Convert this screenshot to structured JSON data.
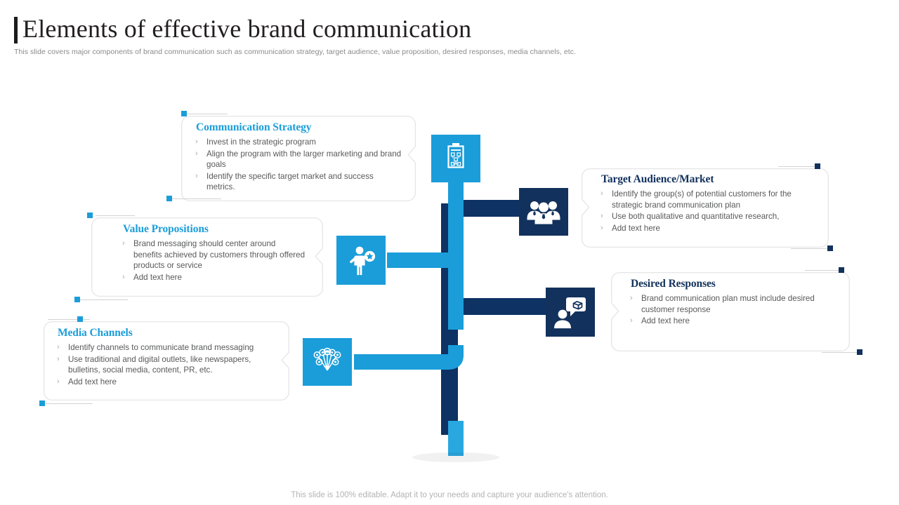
{
  "header": {
    "title": "Elements of effective brand communication",
    "subtitle": "This slide covers major components of brand communication  such as communication strategy, target audience, value proposition, desired responses, media channels, etc."
  },
  "footer": {
    "note": "This slide is 100% editable. Adapt it to your needs and capture your audience's attention."
  },
  "colors": {
    "light_blue": "#1b9dd9",
    "mid_blue": "#1291d3",
    "dark_navy": "#12315c",
    "trunk_navy": "#0d3263",
    "heading_light": "#1b9dd9",
    "heading_dark": "#12315c",
    "body_text": "#58595b",
    "card_border": "#e3e3e3",
    "marker_line": "#d3d3d3",
    "title_text": "#231f20",
    "subtitle_text": "#8a8a8a",
    "footer_text": "#b3b3b3"
  },
  "nodes": [
    {
      "id": "communication-strategy",
      "heading": "Communication Strategy",
      "heading_tone": "light",
      "side": "left",
      "icon": "clipboard-flowchart-icon",
      "icon_tone": "light",
      "bullets": [
        "Invest  in the strategic program",
        "Align the program  with the larger  marketing and brand goals",
        "Identify the specific  target  market and success metrics."
      ]
    },
    {
      "id": "value-propositions",
      "heading": "Value Propositions",
      "heading_tone": "light",
      "side": "left",
      "icon": "person-benefit-icon",
      "icon_tone": "light",
      "bullets": [
        "Brand  messaging should center  around benefits achieved  by customers through offered  products or service",
        "Add text here"
      ]
    },
    {
      "id": "media-channels",
      "heading": "Media Channels",
      "heading_tone": "light",
      "side": "left",
      "icon": "media-fanout-icon",
      "icon_tone": "light",
      "bullets": [
        "Identify channels to communicate brand  messaging",
        "Use traditional and digital outlets, like newspapers, bulletins, social media, content, PR, etc.",
        "Add text here"
      ]
    },
    {
      "id": "target-audience-market",
      "heading": "Target Audience/Market",
      "heading_tone": "dark",
      "side": "right",
      "icon": "three-people-icon",
      "icon_tone": "dark",
      "bullets": [
        "Identify the group(s) of potential  customers for the strategic brand  communication plan",
        "Use both qualitative  and  quantitative  research,",
        "Add text here"
      ]
    },
    {
      "id": "desired-responses",
      "heading": "Desired Responses",
      "heading_tone": "dark",
      "side": "right",
      "icon": "person-speech-box-icon",
      "icon_tone": "dark",
      "bullets": [
        "Brand  communication  plan  must include desired  customer response",
        "Add text here"
      ]
    }
  ],
  "bullet_marker": "›"
}
